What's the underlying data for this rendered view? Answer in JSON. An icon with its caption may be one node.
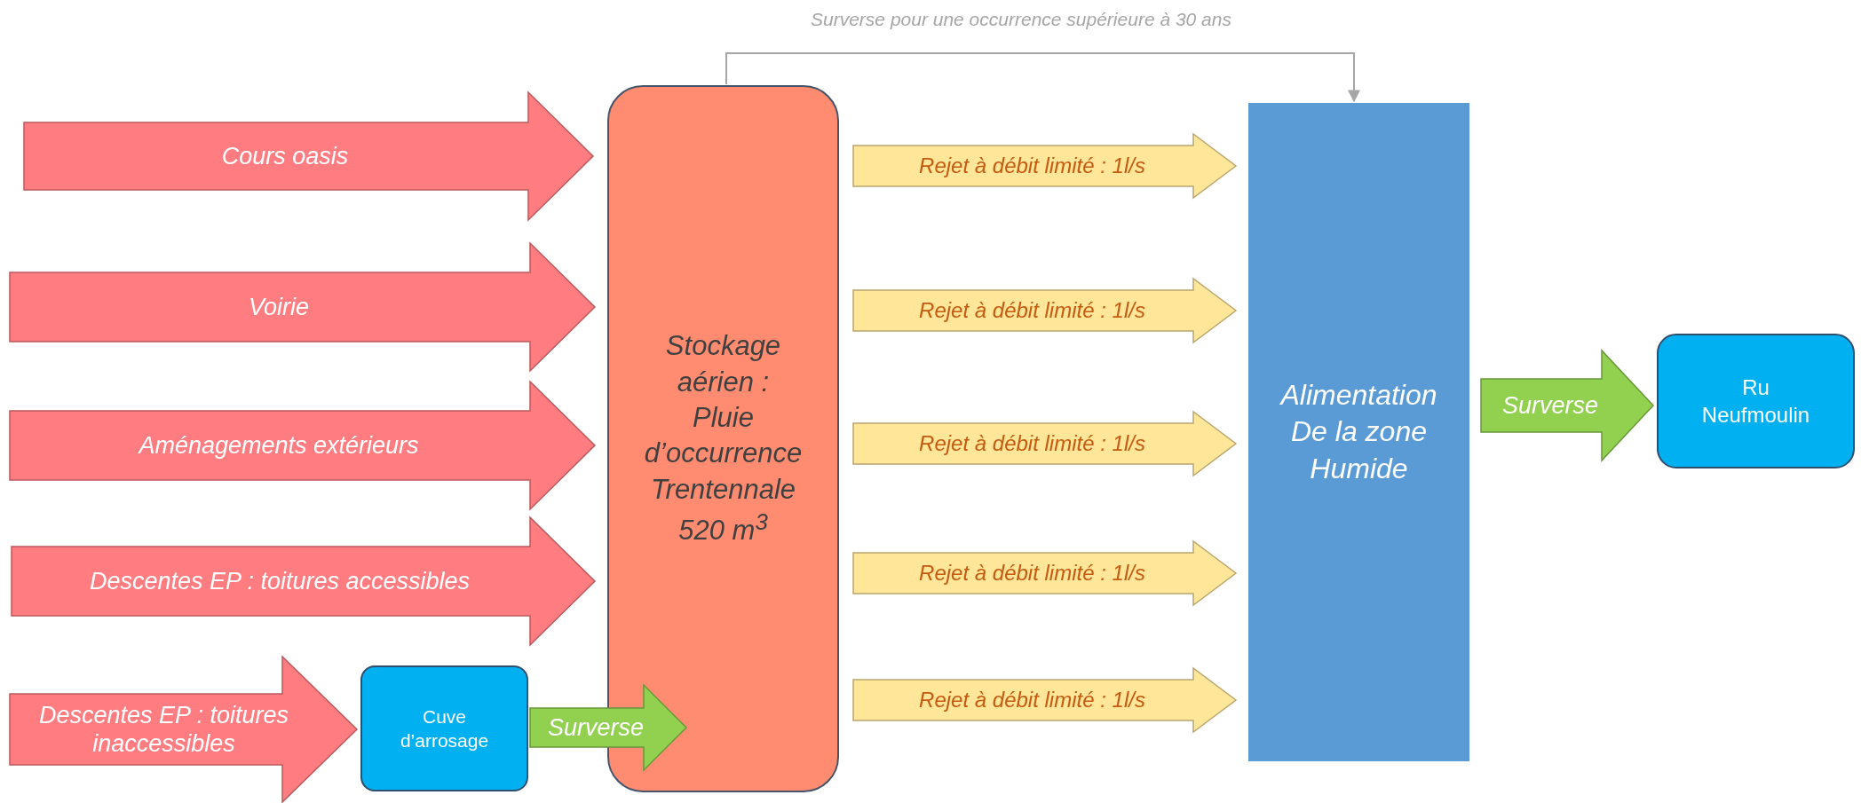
{
  "diagram": {
    "nodes": [
      {
        "text": [
          "Cuve d’arrosage"
        ]
      },
      {
        "text": [
          "Stockage aérien : Pluie d’occurrence Trentennale 520 m$^{3}$"
        ]
      },
      {
        "text": [
          "Alimentation De la zone Humide"
        ]
      },
      {
        "text": [
          "Ru Neufmoulin"
        ]
      }
    ],
    "edges": [
      {
        "from": null,
        "to": 1,
        "arrow": "to",
        "label": "Cours oasis",
        "style": "thick",
        "color": "#ff7c80"
      },
      {
        "from": null,
        "to": 1,
        "arrow": "to",
        "label": "Voirie",
        "style": "thick",
        "color": "#ff7c80"
      },
      {
        "from": null,
        "to": 1,
        "arrow": "to",
        "label": "Aménagements extérieurs",
        "style": "thick",
        "color": "#ff7c80"
      },
      {
        "from": null,
        "to": 1,
        "arrow": "to",
        "label": "Descentes EP : toitures accessibles",
        "style": "thick",
        "color": "#ff7c80"
      },
      {
        "from": null,
        "to": 0,
        "arrow": "to",
        "label": "Descentes EP : toitures inaccessibles",
        "style": "thick",
        "color": "#ff7c80"
      },
      {
        "from": 0,
        "to": 1,
        "arrow": "to",
        "label": "Surverse",
        "style": "thick",
        "color": "#92d050"
      },
      {
        "from": 1,
        "to": 2,
        "arrow": "to",
        "label": "Rejet à débit limité : 1l/s",
        "style": "thick",
        "color": "#ffe699"
      },
      {
        "from": 1,
        "to": 2,
        "arrow": "to",
        "label": "Rejet à débit limité : 1l/s",
        "style": "thick",
        "color": "#ffe699"
      },
      {
        "from": 1,
        "to": 2,
        "arrow": "to",
        "label": "Rejet à débit limité : 1l/s",
        "style": "thick",
        "color": "#ffe699"
      },
      {
        "from": 1,
        "to": 2,
        "arrow": "to",
        "label": "Rejet à débit limité : 1l/s",
        "style": "thick",
        "color": "#ffe699"
      },
      {
        "from": 1,
        "to": 2,
        "arrow": "to",
        "label": "Rejet à débit limité : 1l/s",
        "style": "thick",
        "color": "#ffe699"
      },
      {
        "from": 1,
        "to": 2,
        "arrow": "to",
        "label": "Surverse pour une occurrence supérieure à 30 ans",
        "color": "#a6a6a6"
      },
      {
        "from": 2,
        "to": 3,
        "arrow": "to",
        "label": "Surverse",
        "style": "thick",
        "color": "#92d050"
      }
    ]
  }
}
